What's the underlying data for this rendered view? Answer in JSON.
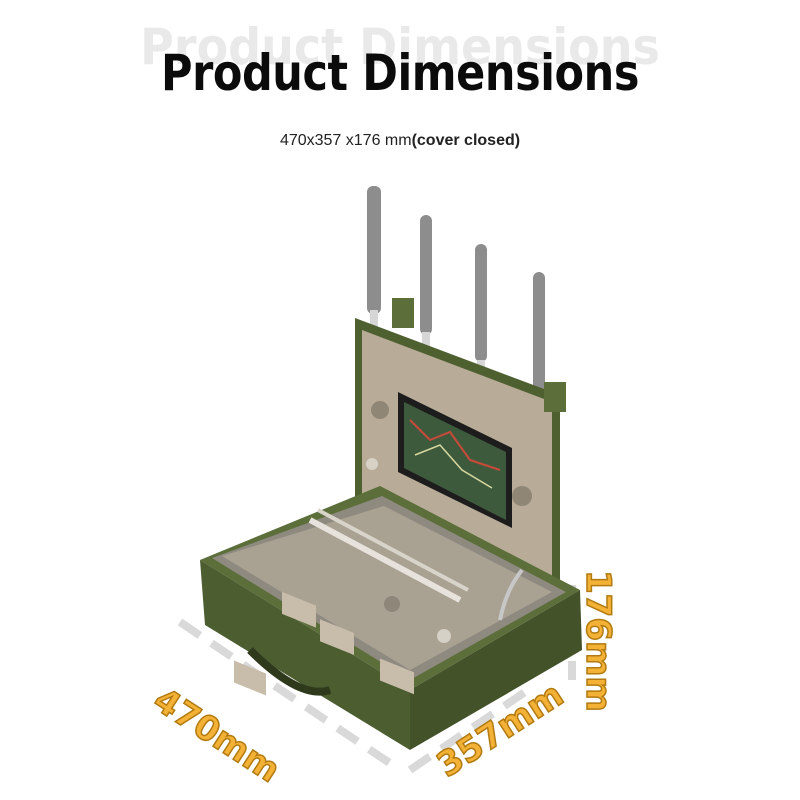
{
  "header": {
    "ghost_title": "Product Dimensions",
    "title": "Product Dimensions",
    "size_text": "470x357 x176 mm",
    "size_note": "(cover closed)"
  },
  "dimensions": {
    "length_label": "470mm",
    "width_label": "357mm",
    "height_label": "176mm"
  },
  "colors": {
    "case_green": "#5c6e3a",
    "panel_beige": "#b8ab97",
    "dimension_orange": "#f3b136",
    "dashed_guide": "#d9d9d9"
  }
}
